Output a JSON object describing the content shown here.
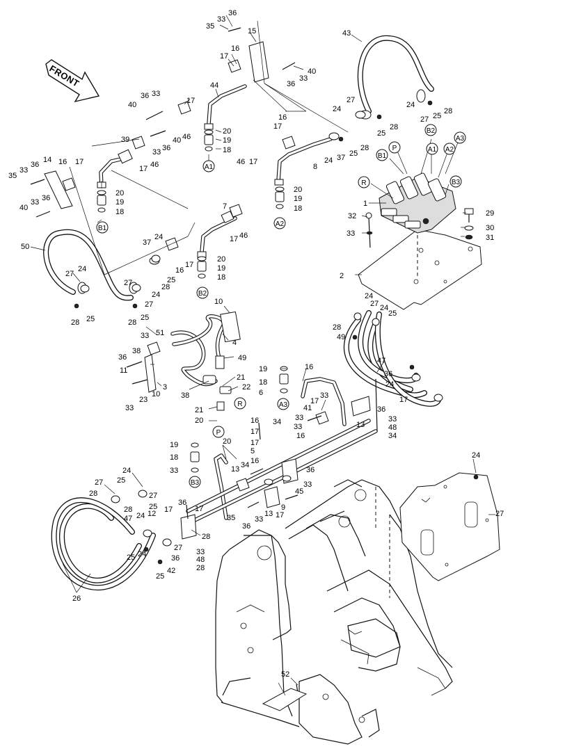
{
  "diagram": {
    "front_label": "FRONT",
    "labels": [
      {
        "id": "lbl-36a",
        "text": "36"
      },
      {
        "id": "lbl-33a",
        "text": "33"
      },
      {
        "id": "lbl-35a",
        "text": "35"
      },
      {
        "id": "lbl-15",
        "text": "15"
      },
      {
        "id": "lbl-43",
        "text": "43"
      },
      {
        "id": "lbl-16a",
        "text": "16"
      },
      {
        "id": "lbl-17a",
        "text": "17"
      },
      {
        "id": "lbl-40a",
        "text": "40"
      },
      {
        "id": "lbl-33b",
        "text": "33"
      },
      {
        "id": "lbl-36b",
        "text": "36"
      },
      {
        "id": "lbl-44",
        "text": "44"
      },
      {
        "id": "lbl-36c",
        "text": "36"
      },
      {
        "id": "lbl-33c",
        "text": "33"
      },
      {
        "id": "lbl-40b",
        "text": "40"
      },
      {
        "id": "lbl-17b",
        "text": "17"
      },
      {
        "id": "lbl-46a",
        "text": "46"
      },
      {
        "id": "lbl-20a",
        "text": "20"
      },
      {
        "id": "lbl-19a",
        "text": "19"
      },
      {
        "id": "lbl-18a",
        "text": "18"
      },
      {
        "id": "lbl-27a",
        "text": "27"
      },
      {
        "id": "lbl-24a",
        "text": "24"
      },
      {
        "id": "lbl-24b",
        "text": "24"
      },
      {
        "id": "lbl-27b",
        "text": "27"
      },
      {
        "id": "lbl-25a",
        "text": "25"
      },
      {
        "id": "lbl-28a",
        "text": "28"
      },
      {
        "id": "lbl-28b",
        "text": "28"
      },
      {
        "id": "lbl-25b",
        "text": "25"
      },
      {
        "id": "lbl-16b",
        "text": "16"
      },
      {
        "id": "lbl-17c",
        "text": "17"
      },
      {
        "id": "lbl-39",
        "text": "39"
      },
      {
        "id": "lbl-40c",
        "text": "40"
      },
      {
        "id": "lbl-36d",
        "text": "36"
      },
      {
        "id": "lbl-33d",
        "text": "33"
      },
      {
        "id": "lbl-17d",
        "text": "17"
      },
      {
        "id": "lbl-46b",
        "text": "46"
      },
      {
        "id": "lbl-28c",
        "text": "28"
      },
      {
        "id": "lbl-25c",
        "text": "25"
      },
      {
        "id": "lbl-37a",
        "text": "37"
      },
      {
        "id": "lbl-24c",
        "text": "24"
      },
      {
        "id": "lbl-8",
        "text": "8"
      },
      {
        "id": "lbl-46c",
        "text": "46"
      },
      {
        "id": "lbl-17e",
        "text": "17"
      },
      {
        "id": "lbl-20b",
        "text": "20"
      },
      {
        "id": "lbl-19b",
        "text": "19"
      },
      {
        "id": "lbl-18b",
        "text": "18"
      },
      {
        "id": "lbl-14",
        "text": "14"
      },
      {
        "id": "lbl-16c",
        "text": "16"
      },
      {
        "id": "lbl-36e",
        "text": "36"
      },
      {
        "id": "lbl-33e",
        "text": "33"
      },
      {
        "id": "lbl-35b",
        "text": "35"
      },
      {
        "id": "lbl-17f",
        "text": "17"
      },
      {
        "id": "lbl-20c",
        "text": "20"
      },
      {
        "id": "lbl-19c",
        "text": "19"
      },
      {
        "id": "lbl-18c",
        "text": "18"
      },
      {
        "id": "lbl-33f",
        "text": "33"
      },
      {
        "id": "lbl-36f",
        "text": "36"
      },
      {
        "id": "lbl-40d",
        "text": "40"
      },
      {
        "id": "lbl-7",
        "text": "7"
      },
      {
        "id": "lbl-17g",
        "text": "17"
      },
      {
        "id": "lbl-46d",
        "text": "46"
      },
      {
        "id": "lbl-1",
        "text": "1"
      },
      {
        "id": "lbl-29",
        "text": "29"
      },
      {
        "id": "lbl-32",
        "text": "32"
      },
      {
        "id": "lbl-30",
        "text": "30"
      },
      {
        "id": "lbl-33g",
        "text": "33"
      },
      {
        "id": "lbl-31",
        "text": "31"
      },
      {
        "id": "lbl-50",
        "text": "50"
      },
      {
        "id": "lbl-37b",
        "text": "37"
      },
      {
        "id": "lbl-24d",
        "text": "24"
      },
      {
        "id": "lbl-20d",
        "text": "20"
      },
      {
        "id": "lbl-19d",
        "text": "19"
      },
      {
        "id": "lbl-18d",
        "text": "18"
      },
      {
        "id": "lbl-16d",
        "text": "16"
      },
      {
        "id": "lbl-17h",
        "text": "17"
      },
      {
        "id": "lbl-25d",
        "text": "25"
      },
      {
        "id": "lbl-28d",
        "text": "28"
      },
      {
        "id": "lbl-2",
        "text": "2"
      },
      {
        "id": "lbl-27c",
        "text": "27"
      },
      {
        "id": "lbl-24e",
        "text": "24"
      },
      {
        "id": "lbl-27d",
        "text": "27"
      },
      {
        "id": "lbl-24f",
        "text": "24"
      },
      {
        "id": "lbl-27e",
        "text": "27"
      },
      {
        "id": "lbl-28e",
        "text": "28"
      },
      {
        "id": "lbl-25e",
        "text": "25"
      },
      {
        "id": "lbl-28f",
        "text": "28"
      },
      {
        "id": "lbl-25f",
        "text": "25"
      },
      {
        "id": "lbl-24g",
        "text": "24"
      },
      {
        "id": "lbl-27f",
        "text": "27"
      },
      {
        "id": "lbl-24h",
        "text": "24"
      },
      {
        "id": "lbl-25g",
        "text": "25"
      },
      {
        "id": "lbl-28g",
        "text": "28"
      },
      {
        "id": "lbl-49a",
        "text": "49"
      },
      {
        "id": "lbl-10a",
        "text": "10"
      },
      {
        "id": "lbl-4",
        "text": "4"
      },
      {
        "id": "lbl-49b",
        "text": "49"
      },
      {
        "id": "lbl-51",
        "text": "51"
      },
      {
        "id": "lbl-33h",
        "text": "33"
      },
      {
        "id": "lbl-38a",
        "text": "38"
      },
      {
        "id": "lbl-36g",
        "text": "36"
      },
      {
        "id": "lbl-11",
        "text": "11"
      },
      {
        "id": "lbl-10b",
        "text": "10"
      },
      {
        "id": "lbl-3",
        "text": "3"
      },
      {
        "id": "lbl-38b",
        "text": "38"
      },
      {
        "id": "lbl-33i",
        "text": "33"
      },
      {
        "id": "lbl-23",
        "text": "23"
      },
      {
        "id": "lbl-21a",
        "text": "21"
      },
      {
        "id": "lbl-22",
        "text": "22"
      },
      {
        "id": "lbl-21b",
        "text": "21"
      },
      {
        "id": "lbl-20e",
        "text": "20"
      },
      {
        "id": "lbl-19e",
        "text": "19"
      },
      {
        "id": "lbl-18e",
        "text": "18"
      },
      {
        "id": "lbl-6",
        "text": "6"
      },
      {
        "id": "lbl-16e",
        "text": "16"
      },
      {
        "id": "lbl-17i",
        "text": "17"
      },
      {
        "id": "lbl-33j",
        "text": "33"
      },
      {
        "id": "lbl-41",
        "text": "41"
      },
      {
        "id": "lbl-47a",
        "text": "47"
      },
      {
        "id": "lbl-36h",
        "text": "36"
      },
      {
        "id": "lbl-24i",
        "text": "24"
      },
      {
        "id": "lbl-17j",
        "text": "17"
      },
      {
        "id": "lbl-13a",
        "text": "13"
      },
      {
        "id": "lbl-36i",
        "text": "36"
      },
      {
        "id": "lbl-33k",
        "text": "33"
      },
      {
        "id": "lbl-48a",
        "text": "48"
      },
      {
        "id": "lbl-34a",
        "text": "34"
      },
      {
        "id": "lbl-16f",
        "text": "16"
      },
      {
        "id": "lbl-34b",
        "text": "34"
      },
      {
        "id": "lbl-33l",
        "text": "33"
      },
      {
        "id": "lbl-33m",
        "text": "33"
      },
      {
        "id": "lbl-17k",
        "text": "17"
      },
      {
        "id": "lbl-16g",
        "text": "16"
      },
      {
        "id": "lbl-17l",
        "text": "17"
      },
      {
        "id": "lbl-5",
        "text": "5"
      },
      {
        "id": "lbl-20f",
        "text": "20"
      },
      {
        "id": "lbl-19f",
        "text": "19"
      },
      {
        "id": "lbl-18f",
        "text": "18"
      },
      {
        "id": "lbl-33n",
        "text": "33"
      },
      {
        "id": "lbl-34c",
        "text": "34"
      },
      {
        "id": "lbl-16h",
        "text": "16"
      },
      {
        "id": "lbl-13b",
        "text": "13"
      },
      {
        "id": "lbl-36j",
        "text": "36"
      },
      {
        "id": "lbl-33o",
        "text": "33"
      },
      {
        "id": "lbl-45",
        "text": "45"
      },
      {
        "id": "lbl-24j",
        "text": "24"
      },
      {
        "id": "lbl-24k",
        "text": "24"
      },
      {
        "id": "lbl-27g",
        "text": "27"
      },
      {
        "id": "lbl-25h",
        "text": "25"
      },
      {
        "id": "lbl-27h",
        "text": "27"
      },
      {
        "id": "lbl-28h",
        "text": "28"
      },
      {
        "id": "lbl-25i",
        "text": "25"
      },
      {
        "id": "lbl-28i",
        "text": "28"
      },
      {
        "id": "lbl-47b",
        "text": "47"
      },
      {
        "id": "lbl-36k",
        "text": "36"
      },
      {
        "id": "lbl-17m",
        "text": "17"
      },
      {
        "id": "lbl-17n",
        "text": "17"
      },
      {
        "id": "lbl-35c",
        "text": "35"
      },
      {
        "id": "lbl-36l",
        "text": "36"
      },
      {
        "id": "lbl-33p",
        "text": "33"
      },
      {
        "id": "lbl-13c",
        "text": "13"
      },
      {
        "id": "lbl-17o",
        "text": "17"
      },
      {
        "id": "lbl-9",
        "text": "9"
      },
      {
        "id": "lbl-27i",
        "text": "27"
      },
      {
        "id": "lbl-24l",
        "text": "24"
      },
      {
        "id": "lbl-12",
        "text": "12"
      },
      {
        "id": "lbl-28j",
        "text": "28"
      },
      {
        "id": "lbl-25j",
        "text": "25"
      },
      {
        "id": "lbl-24m",
        "text": "24"
      },
      {
        "id": "lbl-27j",
        "text": "27"
      },
      {
        "id": "lbl-36m",
        "text": "36"
      },
      {
        "id": "lbl-33q",
        "text": "33"
      },
      {
        "id": "lbl-48b",
        "text": "48"
      },
      {
        "id": "lbl-28k",
        "text": "28"
      },
      {
        "id": "lbl-25k",
        "text": "25"
      },
      {
        "id": "lbl-42",
        "text": "42"
      },
      {
        "id": "lbl-26",
        "text": "26"
      },
      {
        "id": "lbl-52",
        "text": "52"
      }
    ],
    "callouts": [
      {
        "id": "co-a1",
        "text": "A1"
      },
      {
        "id": "co-a2",
        "text": "A2"
      },
      {
        "id": "co-a3-top",
        "text": "A3"
      },
      {
        "id": "co-b1",
        "text": "B1"
      },
      {
        "id": "co-b2-top",
        "text": "B2"
      },
      {
        "id": "co-b3-top",
        "text": "B3"
      },
      {
        "id": "co-p-top",
        "text": "P"
      },
      {
        "id": "co-r-top",
        "text": "R"
      },
      {
        "id": "co-a1-valve",
        "text": "A1"
      },
      {
        "id": "co-a2-valve",
        "text": "A2"
      },
      {
        "id": "co-b1-valve",
        "text": "B1"
      },
      {
        "id": "co-b2-line",
        "text": "B2"
      },
      {
        "id": "co-r-fit",
        "text": "R"
      },
      {
        "id": "co-p-fit",
        "text": "P"
      },
      {
        "id": "co-a3-fit",
        "text": "A3"
      },
      {
        "id": "co-b3-fit",
        "text": "B3"
      }
    ]
  }
}
